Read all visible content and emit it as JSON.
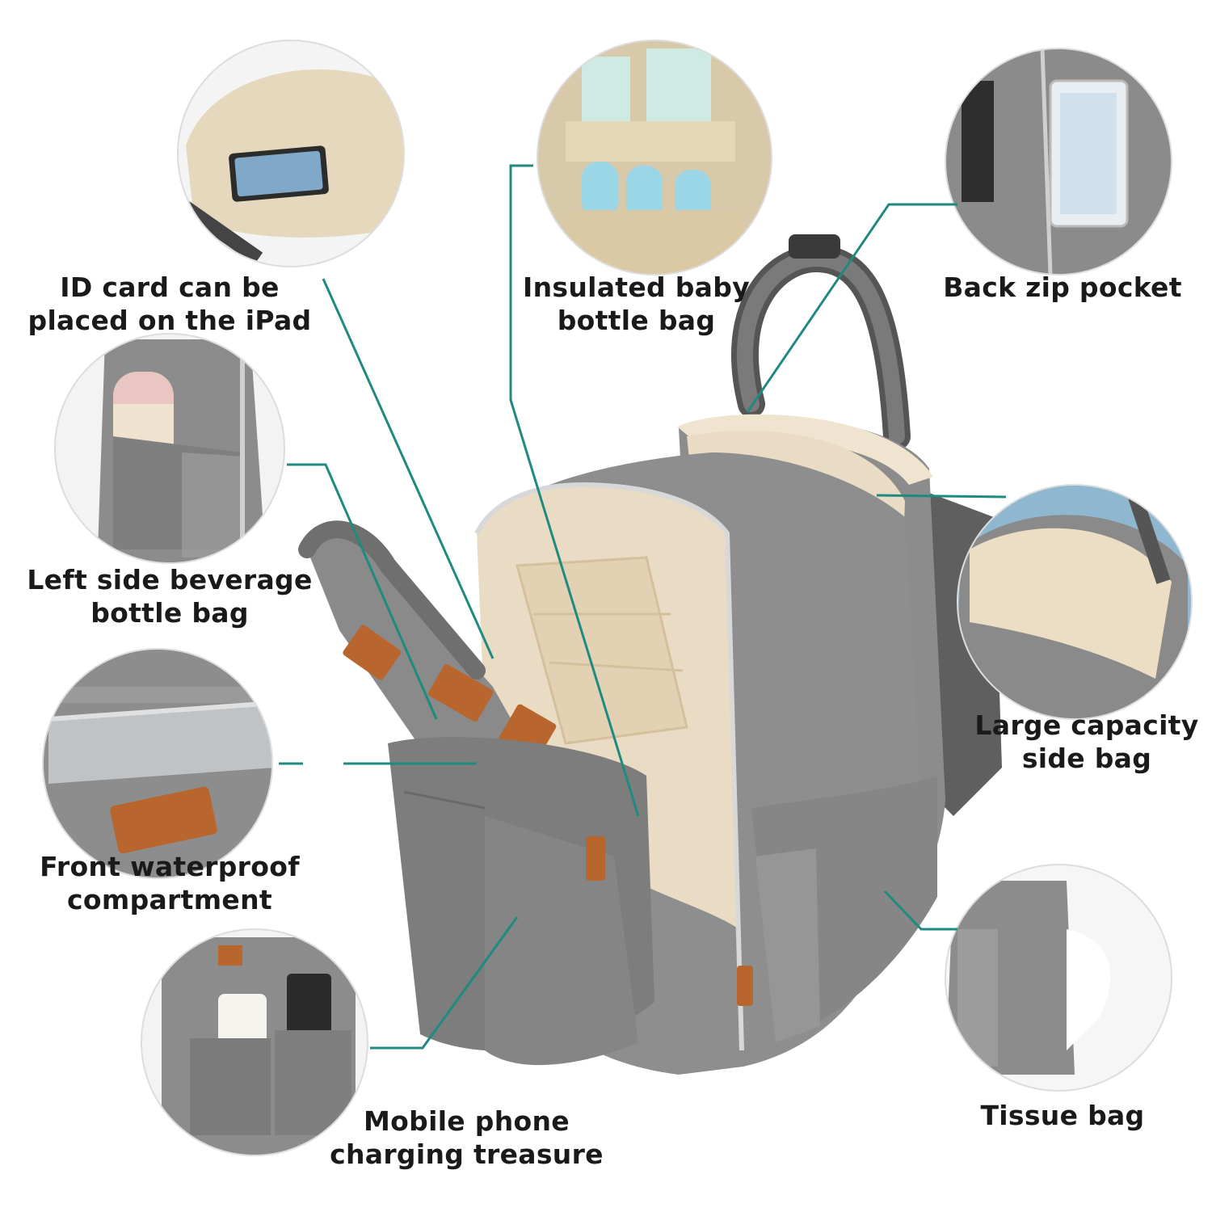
{
  "colors": {
    "background": "#ffffff",
    "leader_line": "#1f8a80",
    "bag_gray": "#8a8a8a",
    "bag_gray_dark": "#6c6c6c",
    "lining_beige": "#eadcc4",
    "leather_tab": "#b8662e",
    "callout_border": "#dddddd"
  },
  "callouts": [
    {
      "id": "id-card",
      "lines": [
        "ID card can be",
        "placed on the iPad"
      ]
    },
    {
      "id": "baby-bottle",
      "lines": [
        "Insulated baby",
        "bottle bag"
      ]
    },
    {
      "id": "back-zip",
      "lines": [
        "Back zip pocket"
      ]
    },
    {
      "id": "left-bottle",
      "lines": [
        "Left side beverage",
        "bottle bag"
      ]
    },
    {
      "id": "large-capacity",
      "lines": [
        "Large capacity",
        "side bag"
      ]
    },
    {
      "id": "waterproof",
      "lines": [
        "Front waterproof",
        "compartment"
      ]
    },
    {
      "id": "phone-charging",
      "lines": [
        "Mobile phone",
        "charging treasure"
      ]
    },
    {
      "id": "tissue",
      "lines": [
        "Tissue bag"
      ]
    }
  ]
}
